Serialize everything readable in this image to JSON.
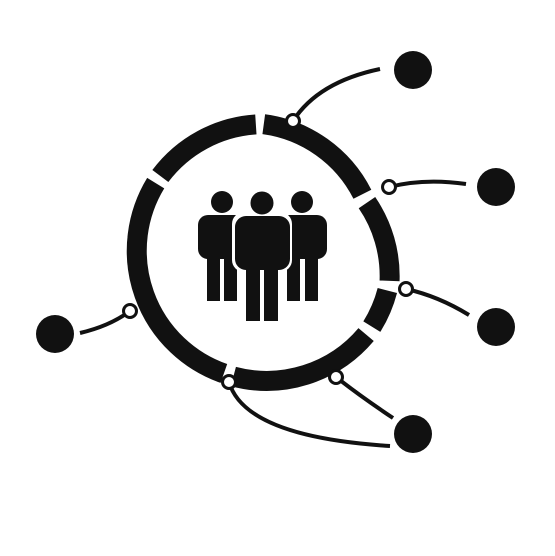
{
  "icon": {
    "name": "team-network-icon",
    "people_count": 3,
    "ring_segments": 6,
    "connector_count": 6
  },
  "colors": {
    "foreground": "#111111",
    "background": "#ffffff"
  }
}
